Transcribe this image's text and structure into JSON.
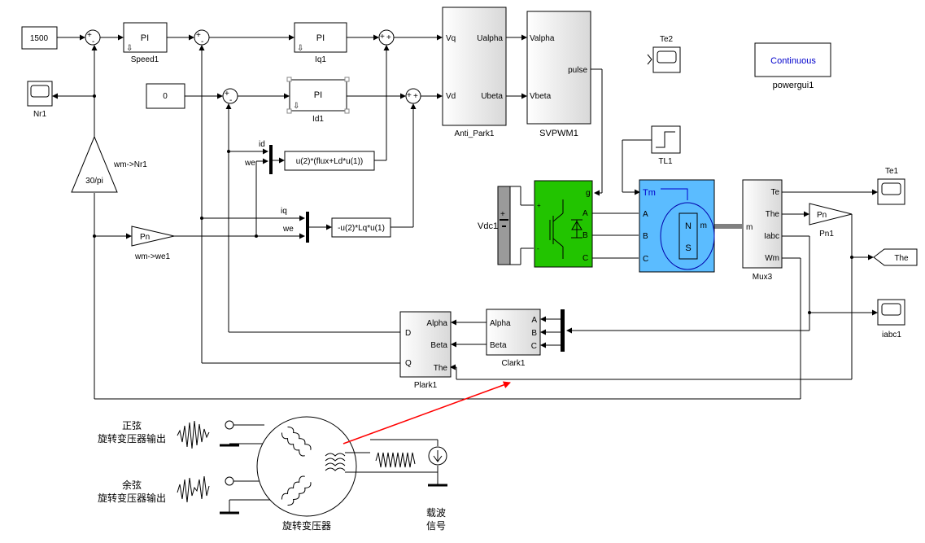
{
  "blocks": {
    "const_1500": "1500",
    "const_0": "0",
    "pi_speed": "PI",
    "pi_speed_name": "Speed1",
    "pi_iq": "PI",
    "pi_iq_name": "Iq1",
    "pi_id": "PI",
    "pi_id_name": "Id1",
    "scope_nr1": "Nr1",
    "gain_30pi": "30/pi",
    "gain_30pi_label": "wm->Nr1",
    "gain_pn": "Pn",
    "gain_pn_label": "wm->we1",
    "fcn1": "u(2)*(flux+Ld*u(1))",
    "fcn2": "-u(2)*Lq*u(1)",
    "sig_id": "id",
    "sig_we1": "we",
    "sig_iq": "iq",
    "sig_we2": "we",
    "antipark_in_vq": "Vq",
    "antipark_in_vd": "Vd",
    "antipark_out_ualpha": "Ualpha",
    "antipark_out_ubeta": "Ubeta",
    "antipark_name": "Anti_Park1",
    "svpwm_in_valpha": "Valpha",
    "svpwm_in_vbeta": "Vbeta",
    "svpwm_out_pulse": "pulse",
    "svpwm_name": "SVPWM1",
    "te2_name": "Te2",
    "powergui_label": "Continuous",
    "powergui_name": "powergui1",
    "tl1_name": "TL1",
    "vdc_name": "Vdc1",
    "inverter_g": "g",
    "inverter_a": "A",
    "inverter_b": "B",
    "inverter_c": "C",
    "motor_tm": "Tm",
    "motor_a": "A",
    "motor_b": "B",
    "motor_c": "C",
    "motor_m": "m",
    "motor_n": "N",
    "motor_s": "S",
    "mux3_in": "m",
    "mux3_te": "Te",
    "mux3_the": "The",
    "mux3_iabc": "Iabc",
    "mux3_wm": "Wm",
    "mux3_name": "Mux3",
    "te1_name": "Te1",
    "pn1_gain": "Pn",
    "pn1_name": "Pn1",
    "goto_the": "The",
    "iabc1_name": "iabc1",
    "clark_a": "A",
    "clark_b": "B",
    "clark_c": "C",
    "clark_alpha": "Alpha",
    "clark_beta": "Beta",
    "clark_name": "Clark1",
    "plark_alpha": "Alpha",
    "plark_beta": "Beta",
    "plark_the": "The",
    "plark_d": "D",
    "plark_q": "Q",
    "plark_name": "Plark1"
  },
  "resolver": {
    "sine_label_1": "正弦",
    "sine_label_2": "旋转变压器输出",
    "cos_label_1": "余弦",
    "cos_label_2": "旋转变压器输出",
    "resolver_label": "旋转变压器",
    "carrier_label_1": "载波",
    "carrier_label_2": "信号"
  },
  "colors": {
    "inverter_fill": "#22c400",
    "motor_fill": "#5bbcff",
    "arrow_red": "#ff0000",
    "powergui_text": "#0000cc",
    "tm_text": "#0000cc"
  }
}
